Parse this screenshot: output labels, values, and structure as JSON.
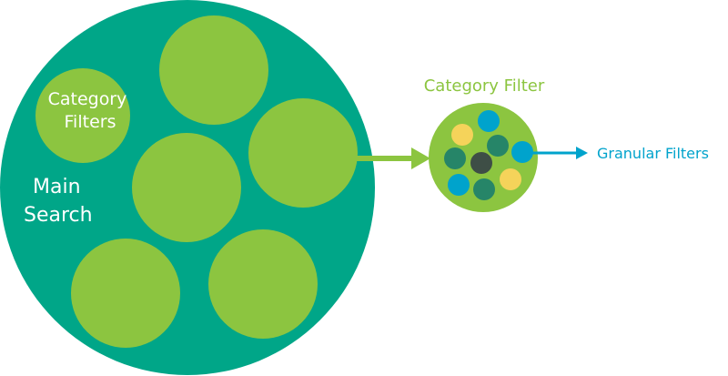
{
  "labels": {
    "main_search": [
      "Main",
      "Search"
    ],
    "category_filters": [
      "Category",
      "Filters"
    ],
    "category_filter": "Category Filter",
    "granular_filters": "Granular Filters"
  },
  "colors": {
    "teal": "#00A688",
    "green": "#8CC540",
    "blue": "#00A3CC",
    "yellow": "#F5D35A",
    "dark_green": "#268568",
    "charcoal": "#3E4E46"
  }
}
